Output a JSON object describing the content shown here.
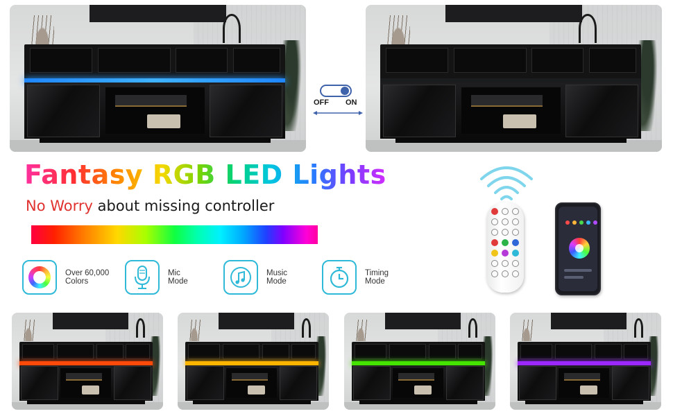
{
  "title": "Fantasy RGB LED Lights",
  "subtitle": {
    "highlight": "No Worry",
    "rest": " about missing controller"
  },
  "toggle": {
    "off_label": "OFF",
    "on_label": "ON"
  },
  "features": [
    {
      "icon": "color-ring-icon",
      "label": "Over 60,000\nColors"
    },
    {
      "icon": "microphone-icon",
      "label": "Mic\nMode"
    },
    {
      "icon": "music-note-icon",
      "label": "Music\nMode"
    },
    {
      "icon": "timer-icon",
      "label": "Timing\nMode"
    }
  ],
  "led_colors": {
    "top_left": "#2e9bff",
    "top_right": "#1b1c1e",
    "bottom": [
      "#ff4a0a",
      "#ffb400",
      "#44e400",
      "#9a28ff"
    ]
  }
}
